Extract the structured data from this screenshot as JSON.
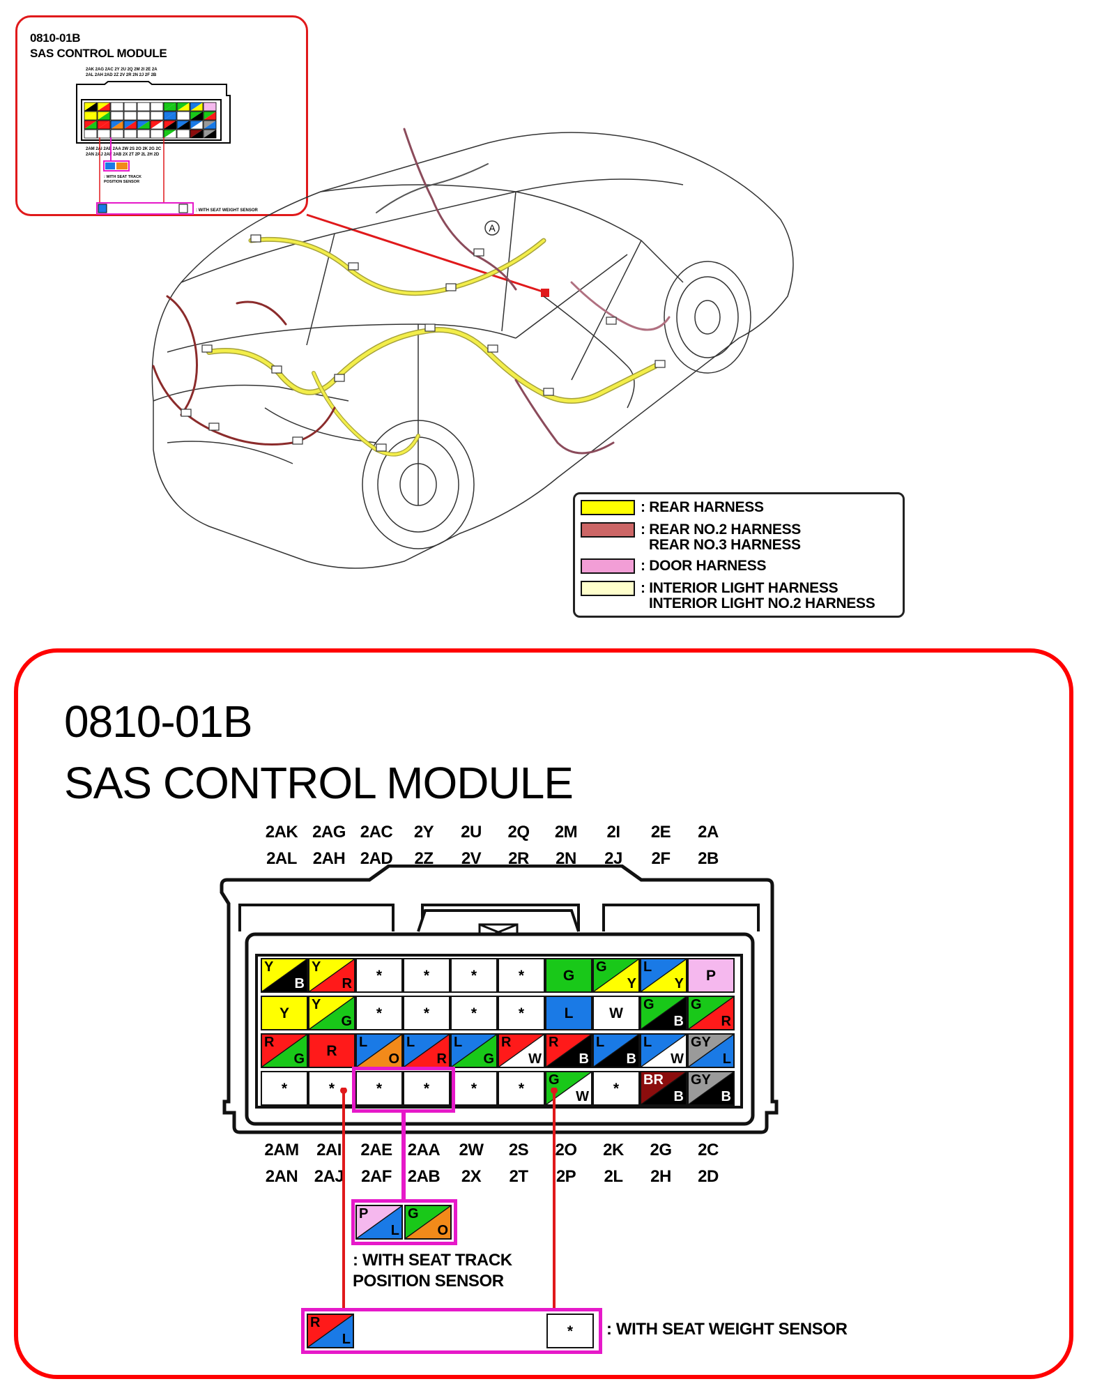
{
  "inset": {
    "code": "0810-01B",
    "title": "SAS CONTROL MODULE",
    "seat_track_note": ": WITH SEAT TRACK POSITION SENSOR",
    "seat_weight_note": ": WITH SEAT WEIGHT SENSOR"
  },
  "car_label": "A",
  "legend": {
    "items": [
      {
        "lines": [
          ": REAR HARNESS"
        ],
        "color": "#ffff00"
      },
      {
        "lines": [
          ": REAR NO.2 HARNESS",
          "REAR NO.3 HARNESS"
        ],
        "color": "#cc6666"
      },
      {
        "lines": [
          ": DOOR HARNESS"
        ],
        "color": "#f29ed6"
      },
      {
        "lines": [
          ": INTERIOR LIGHT HARNESS",
          "INTERIOR LIGHT NO.2 HARNESS"
        ],
        "color": "#ffffcc"
      }
    ]
  },
  "module": {
    "code": "0810-01B",
    "title": "SAS CONTROL MODULE",
    "top_labels_row1": [
      "2AK",
      "2AG",
      "2AC",
      "2Y",
      "2U",
      "2Q",
      "2M",
      "2I",
      "2E",
      "2A"
    ],
    "top_labels_row2": [
      "2AL",
      "2AH",
      "2AD",
      "2Z",
      "2V",
      "2R",
      "2N",
      "2J",
      "2F",
      "2B"
    ],
    "bottom_labels_row1": [
      "2AM",
      "2AI",
      "2AE",
      "2AA",
      "2W",
      "2S",
      "2O",
      "2K",
      "2G",
      "2C"
    ],
    "bottom_labels_row2": [
      "2AN",
      "2AJ",
      "2AF",
      "2AB",
      "2X",
      "2T",
      "2P",
      "2L",
      "2H",
      "2D"
    ],
    "pins": [
      [
        {
          "a": "Y",
          "b": "B"
        },
        {
          "a": "Y",
          "b": "R"
        },
        {
          "a": "*"
        },
        {
          "a": "*"
        },
        {
          "a": "*"
        },
        {
          "a": "*"
        },
        {
          "a": "G"
        },
        {
          "a": "G",
          "b": "Y"
        },
        {
          "a": "L",
          "b": "Y"
        },
        {
          "a": "P"
        }
      ],
      [
        {
          "a": "Y"
        },
        {
          "a": "Y",
          "b": "G"
        },
        {
          "a": "*"
        },
        {
          "a": "*"
        },
        {
          "a": "*"
        },
        {
          "a": "*"
        },
        {
          "a": "L"
        },
        {
          "a": "W"
        },
        {
          "a": "G",
          "b": "B"
        },
        {
          "a": "G",
          "b": "R"
        }
      ],
      [
        {
          "a": "R",
          "b": "G"
        },
        {
          "a": "R"
        },
        {
          "a": "L",
          "b": "O"
        },
        {
          "a": "L",
          "b": "R"
        },
        {
          "a": "L",
          "b": "G"
        },
        {
          "a": "R",
          "b": "W"
        },
        {
          "a": "R",
          "b": "B"
        },
        {
          "a": "L",
          "b": "B"
        },
        {
          "a": "L",
          "b": "W"
        },
        {
          "a": "GY",
          "b": "L"
        }
      ],
      [
        {
          "a": "*"
        },
        {
          "a": "*"
        },
        {
          "a": "*"
        },
        {
          "a": "*"
        },
        {
          "a": "*"
        },
        {
          "a": "*"
        },
        {
          "a": "G",
          "b": "W"
        },
        {
          "a": "*"
        },
        {
          "a": "BR",
          "b": "B"
        },
        {
          "a": "GY",
          "b": "B"
        }
      ]
    ],
    "seat_track_pins": [
      {
        "a": "P",
        "b": "L"
      },
      {
        "a": "G",
        "b": "O"
      }
    ],
    "seat_track_note_1": ": WITH SEAT TRACK",
    "seat_track_note_2": "POSITION SENSOR",
    "seat_weight_pins": [
      {
        "a": "R",
        "b": "L"
      },
      {
        "a": "*"
      }
    ],
    "seat_weight_note": ": WITH SEAT WEIGHT SENSOR"
  },
  "wire_colors": {
    "Y": "#ffff00",
    "B": "#000000",
    "R": "#ff1a1a",
    "G": "#19c819",
    "L": "#1a7ae6",
    "P": "#f5b8ee",
    "W": "#ffffff",
    "O": "#f28a1a",
    "GY": "#9a9a9a",
    "BR": "#8b0d0d"
  }
}
